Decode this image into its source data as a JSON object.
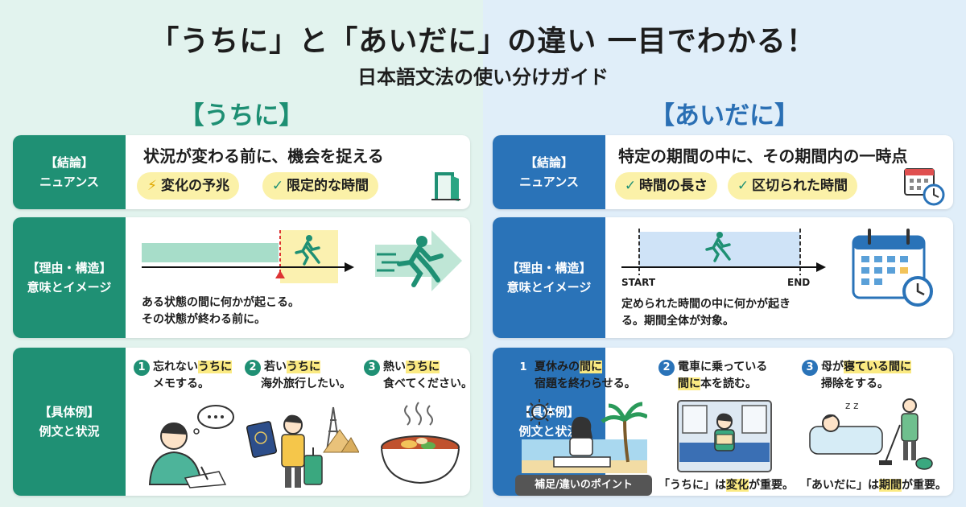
{
  "header": {
    "title": "「うちに」と「あいだに」の違い 一目でわかる！",
    "subtitle": "日本語文法の使い分けガイド"
  },
  "uchini": {
    "title": "【うちに】",
    "row1": {
      "label_line1": "【結論】",
      "label_line2": "ニュアンス",
      "headline": "状況が変わる前に、機会を捉える",
      "chip1": "変化の予兆",
      "chip2": "限定的な時間"
    },
    "row2": {
      "label_line1": "【理由・構造】",
      "label_line2": "意味とイメージ",
      "desc_line1": "ある状態の間に何かが起こる。",
      "desc_line2": "その状態が終わる前に。"
    },
    "row3": {
      "label_line1": "【具体例】",
      "label_line2": "例文と状況",
      "ex1": {
        "num": "1",
        "a": "忘れない",
        "hl": "うちに",
        "line2": "メモする。"
      },
      "ex2": {
        "num": "2",
        "a": "若い",
        "hl": "うちに",
        "line2": "海外旅行したい。"
      },
      "ex3": {
        "num": "3",
        "a": "熱い",
        "hl": "うちに",
        "line2": "食べてください。"
      }
    }
  },
  "aidani": {
    "title": "【あいだに】",
    "row1": {
      "label_line1": "【結論】",
      "label_line2": "ニュアンス",
      "headline": "特定の期間の中に、その期間内の一時点",
      "chip1": "時間の長さ",
      "chip2": "区切られた時間"
    },
    "row2": {
      "label_line1": "【理由・構造】",
      "label_line2": "意味とイメージ",
      "start": "START",
      "end": "END",
      "desc_line1": "定められた時間の中に何かが起き",
      "desc_line2": "る。期間全体が対象。"
    },
    "row3": {
      "label_line1": "【具体例】",
      "label_line2": "例文と状況",
      "ex1": {
        "num": "1",
        "a": "夏休みの",
        "hl": "間に",
        "line2": "宿題を終わらせる。"
      },
      "ex2": {
        "num": "2",
        "a": "電車に乗っている",
        "hl": "間に",
        "line2": "本を読む。"
      },
      "ex3": {
        "num": "3",
        "a": "母が",
        "hl": "寝ている間に",
        "line2": "掃除をする。"
      }
    }
  },
  "footer": {
    "tag": "補足/違いのポイント",
    "note1_a": "「うちに」は",
    "note1_hl": "変化",
    "note1_b": "が重要。",
    "note2_a": "「あいだに」は",
    "note2_hl": "期間",
    "note2_b": "が重要。"
  },
  "colors": {
    "uchini_accent": "#1f9074",
    "aidani_accent": "#2a73b8",
    "highlight": "#fbea82"
  },
  "icons": [
    "lightning-icon",
    "check-icon",
    "door-icon",
    "running-person-icon",
    "arrow-icon",
    "calendar-icon",
    "clock-icon",
    "thought-bubble-icon",
    "passport-icon",
    "suitcase-icon",
    "eiffel-tower-icon",
    "pyramid-icon",
    "ramen-bowl-icon",
    "sun-icon",
    "palm-tree-icon",
    "train-window-icon",
    "sleeping-person-icon",
    "vacuum-icon"
  ]
}
